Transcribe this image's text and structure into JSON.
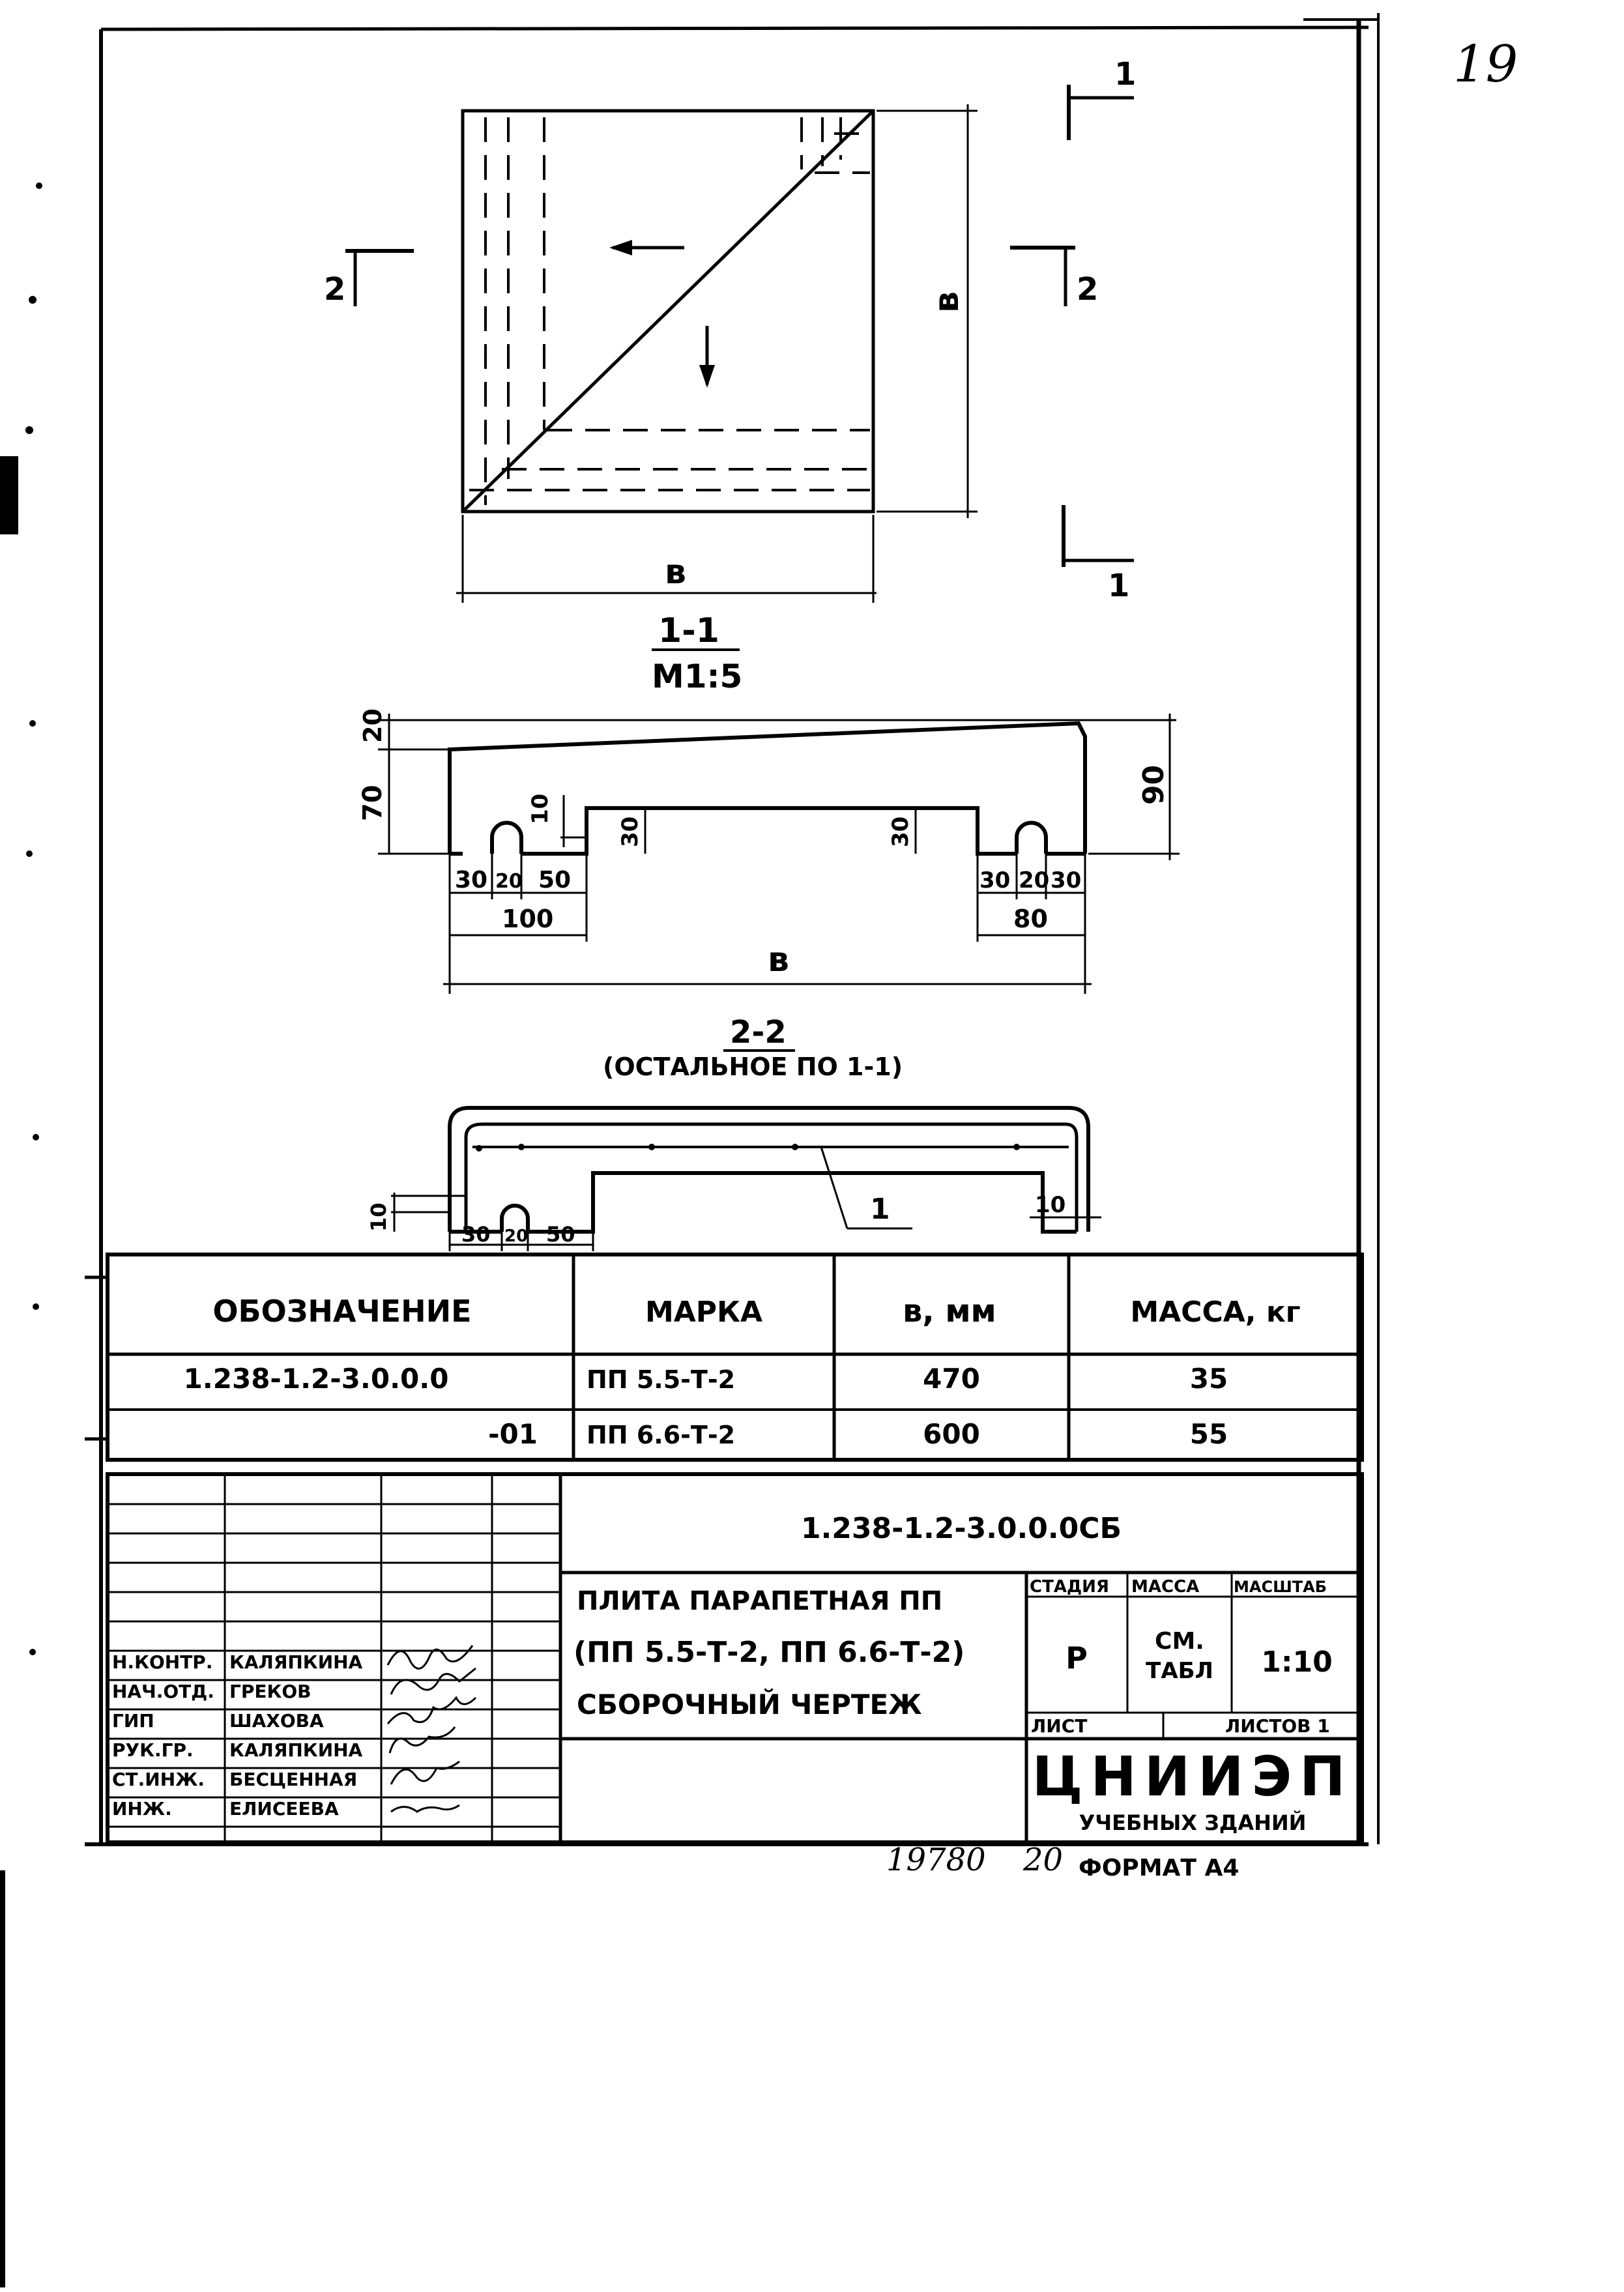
{
  "page_number": "19",
  "section_labels": {
    "cut1_top": "1",
    "cut1_bottom": "1",
    "cut2_left": "2",
    "cut2_right": "2"
  },
  "plan_view": {
    "dim_width": "в",
    "dim_height": "в"
  },
  "section_1_1": {
    "title": "1-1",
    "scale": "М1:5",
    "dims": {
      "top_20": "20",
      "left_70": "70",
      "right_90": "90",
      "d10": "10",
      "d30a": "30",
      "d30b": "30",
      "left_30": "30",
      "left_20": "20",
      "left_50": "50",
      "right_30a": "30",
      "right_20": "20",
      "right_30b": "30",
      "total_left": "100",
      "total_right": "80",
      "overall": "в"
    }
  },
  "section_2_2": {
    "title": "2-2",
    "subtitle": "(ОСТАЛЬНОЕ ПО 1-1)",
    "dims": {
      "left_10": "10",
      "right_10": "10",
      "d30": "30",
      "d20": "20",
      "d50": "50",
      "callout": "1"
    }
  },
  "spec_table": {
    "headers": [
      "ОБОЗНАЧЕНИЕ",
      "МАРКА",
      "в, мм",
      "МАССА, кг"
    ],
    "rows": [
      [
        "1.238-1.2-3.0.0.0",
        "ПП 5.5-Т-2",
        "470",
        "35"
      ],
      [
        "-01",
        "ПП 6.6-Т-2",
        "600",
        "55"
      ]
    ]
  },
  "title_block": {
    "doc_code": "1.238-1.2-3.0.0.0СБ",
    "title_line1": "ПЛИТА ПАРАПЕТНАЯ ПП",
    "title_line2": "(ПП 5.5-Т-2, ПП 6.6-Т-2)",
    "title_line3": "СБОРОЧНЫЙ ЧЕРТЕЖ",
    "stage_header": "СТАДИЯ",
    "mass_header": "МАССА",
    "scale_header": "МАСШТАБ",
    "stage_value": "Р",
    "mass_value_1": "СМ.",
    "mass_value_2": "ТАБЛ",
    "scale_value": "1:10",
    "sheet_label": "ЛИСТ",
    "sheets_label": "ЛИСТОВ 1",
    "org_name": "ЦНИИЭП",
    "org_sub": "УЧЕБНЫХ ЗДАНИЙ",
    "signatures": [
      {
        "role": "Н.КОНТР.",
        "name": "КАЛЯПКИНА"
      },
      {
        "role": "НАЧ.ОТД.",
        "name": "ГРЕКОВ"
      },
      {
        "role": "ГИП",
        "name": "ШАХОВА"
      },
      {
        "role": "РУК.ГР.",
        "name": "КАЛЯПКИНА"
      },
      {
        "role": "СТ.ИНЖ.",
        "name": "БЕСЦЕННАЯ"
      },
      {
        "role": "ИНЖ.",
        "name": "ЕЛИСЕЕВА"
      }
    ]
  },
  "footer": {
    "archive_no": "19780",
    "sheet_no": "20",
    "format": "ФОРМАТ А4"
  }
}
